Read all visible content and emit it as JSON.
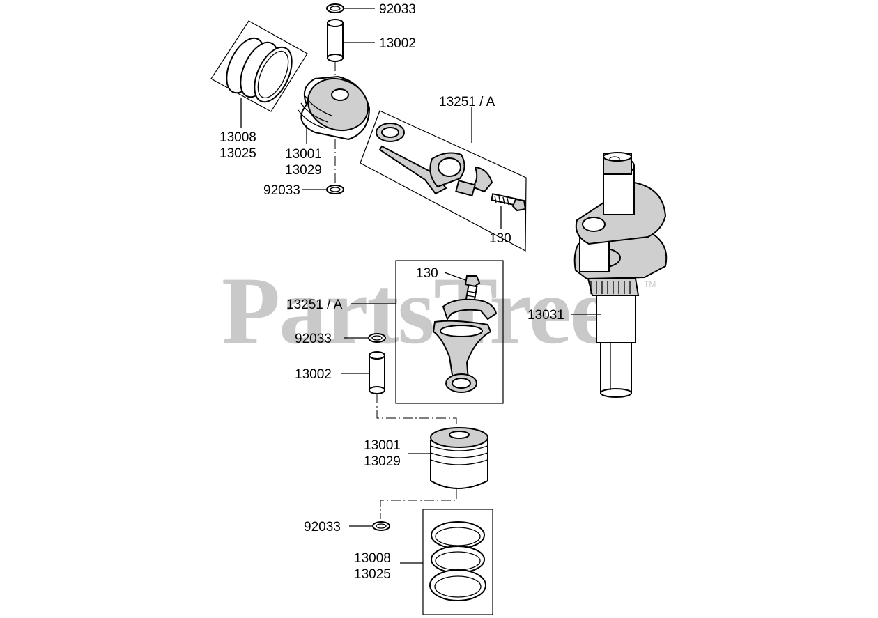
{
  "watermark": {
    "text": "PartsTree",
    "trademark": "TM"
  },
  "labels": {
    "top_ring_clip": "92033",
    "top_pin": "13002",
    "top_rings_a": "13008",
    "top_rings_b": "13025",
    "top_piston_a": "13001",
    "top_piston_b": "13029",
    "top_lower_clip": "92033",
    "top_rod": "13251 / A",
    "top_bolt": "130",
    "mid_bolt": "130",
    "mid_rod": "13251 / A",
    "mid_clip": "92033",
    "mid_pin": "13002",
    "crankshaft": "13031",
    "bot_piston_a": "13001",
    "bot_piston_b": "13029",
    "bot_clip": "92033",
    "bot_rings_a": "13008",
    "bot_rings_b": "13025"
  }
}
